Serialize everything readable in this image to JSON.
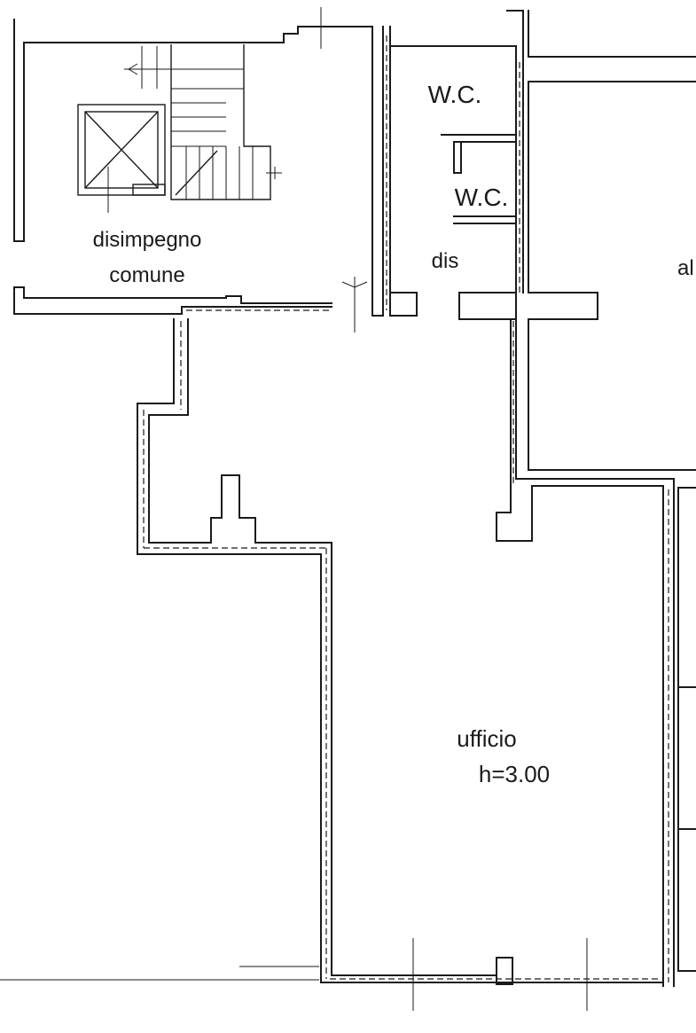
{
  "rooms": {
    "disimpegno_line1": "disimpegno",
    "disimpegno_line2": "comune",
    "wc1": "W.C.",
    "wc2": "W.C.",
    "dis": "dis",
    "cut_label": "al",
    "ufficio": "ufficio",
    "height": "h=3.00"
  }
}
